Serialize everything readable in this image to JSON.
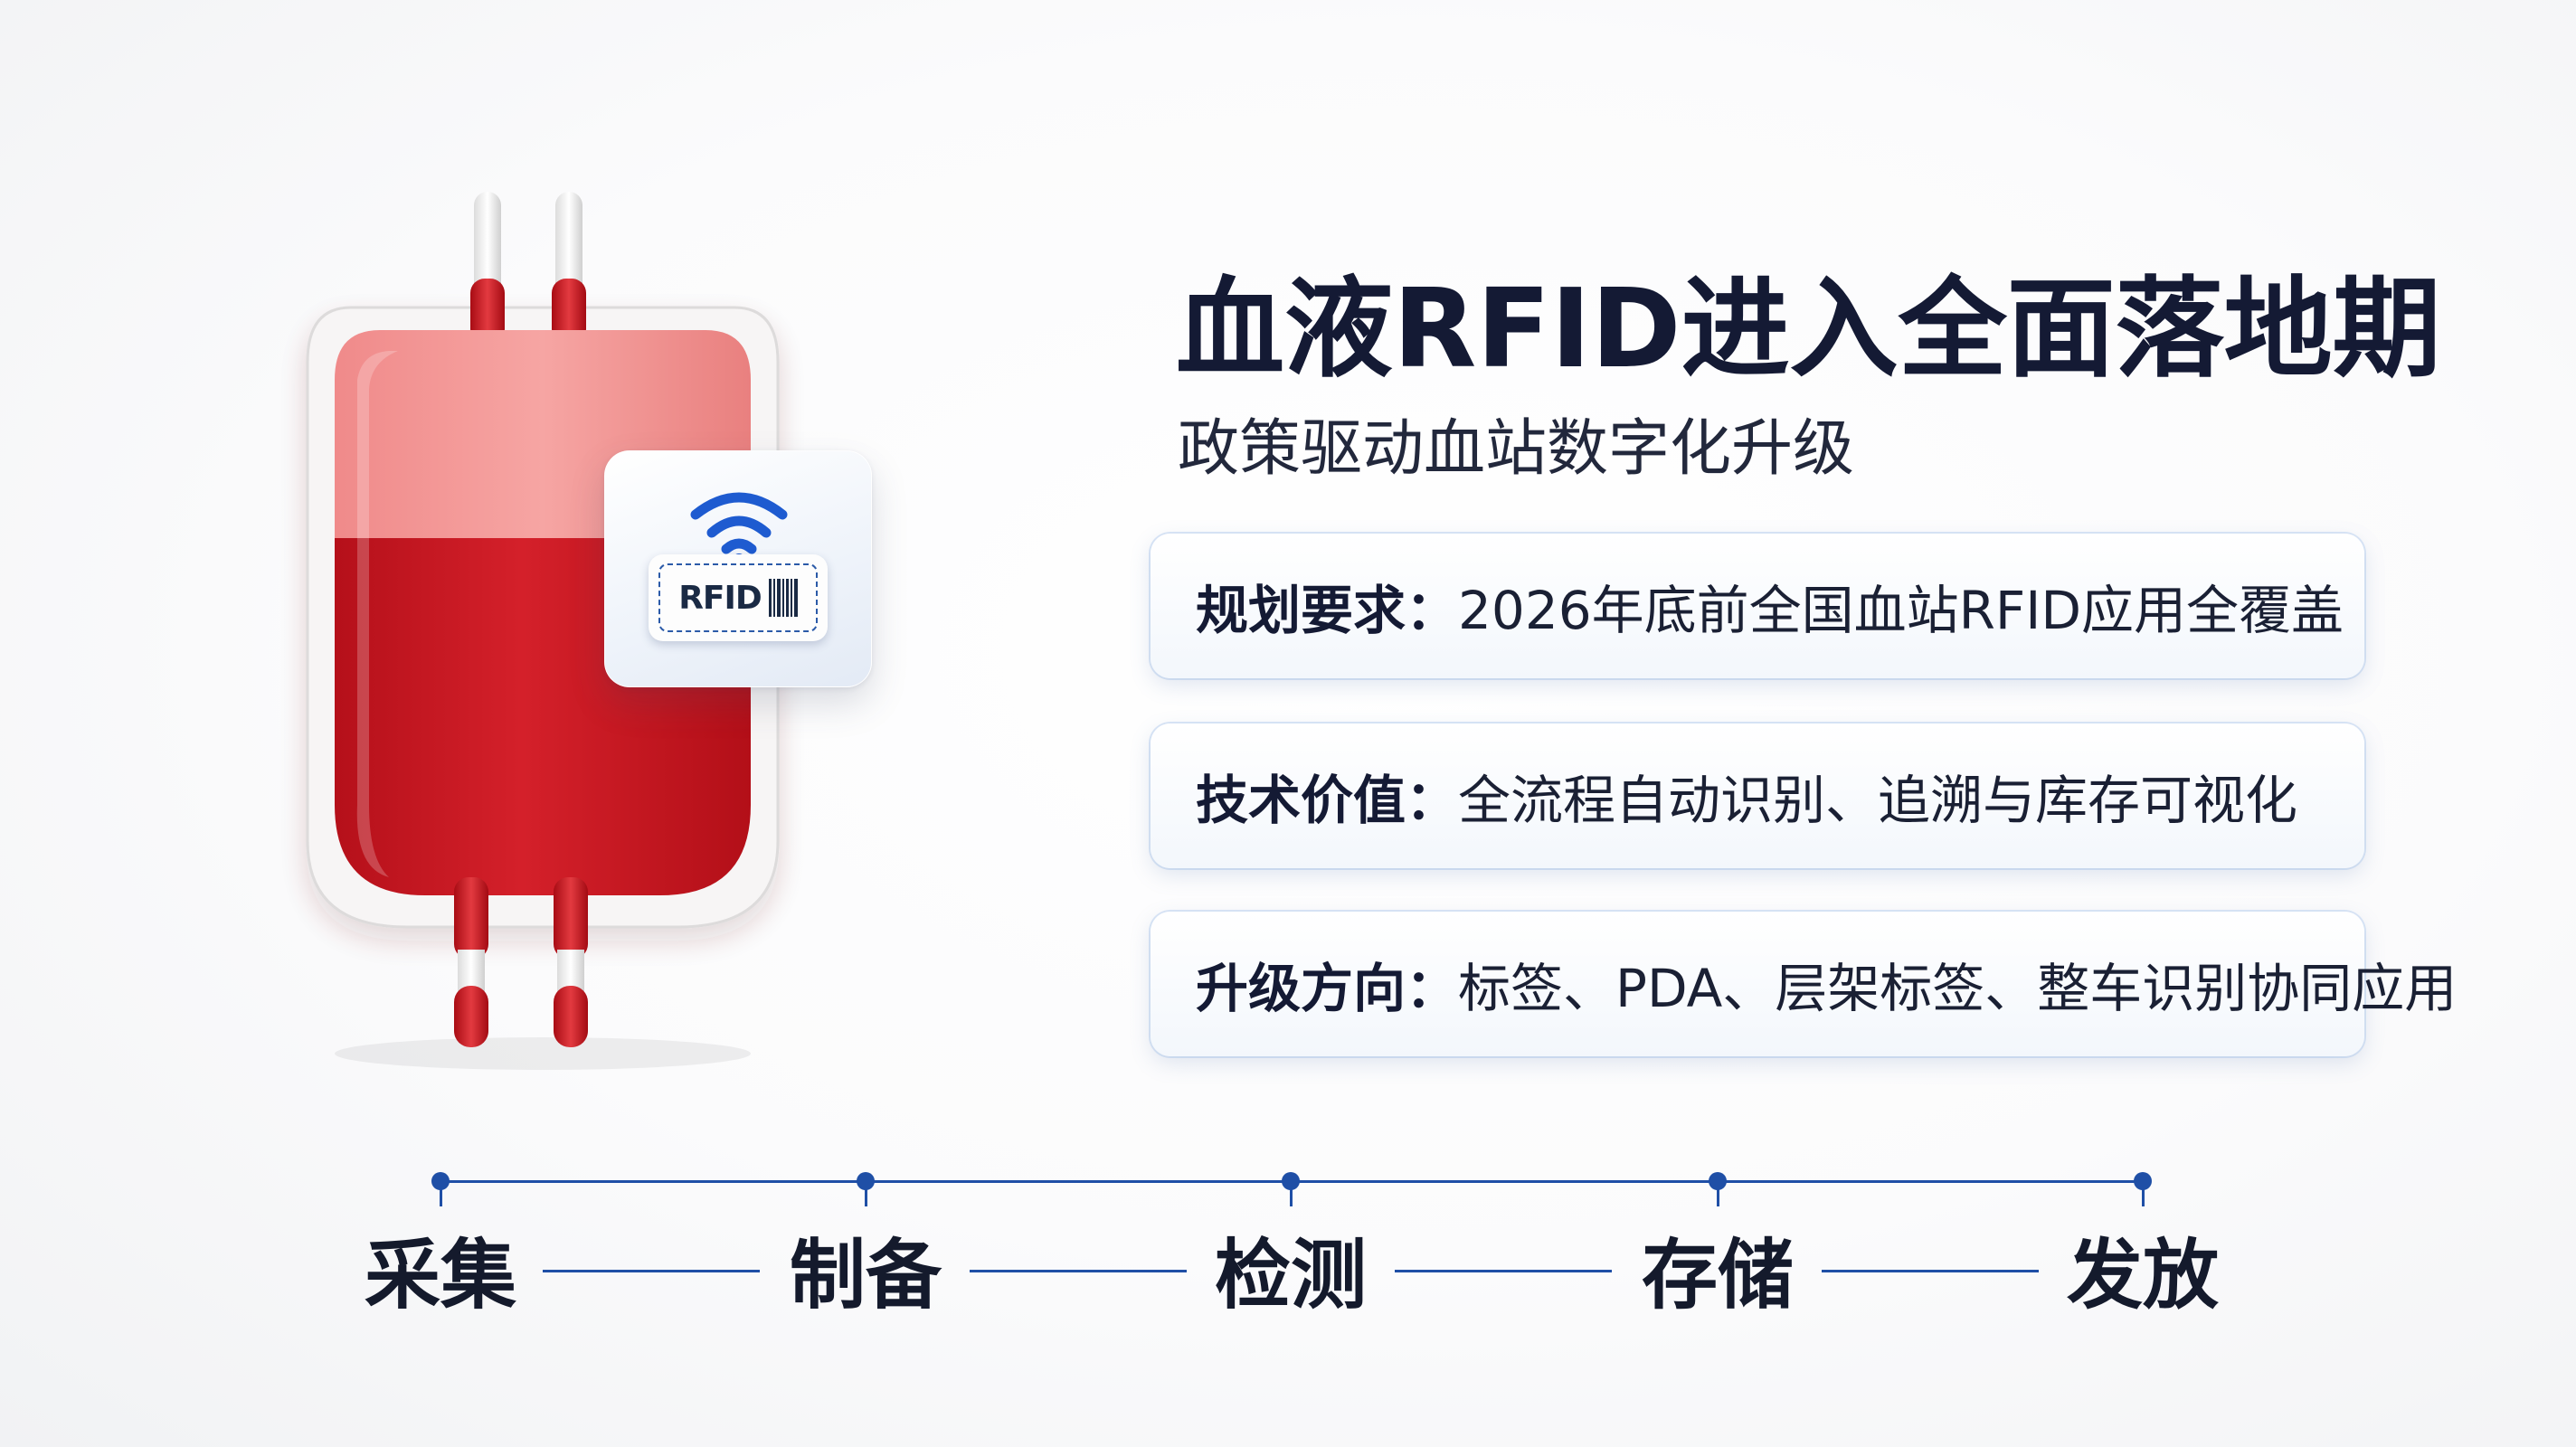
{
  "illustration": {
    "rfid_tag_text": "RFID",
    "colors": {
      "blood": "#c8141e",
      "blood_light": "#ef8a8a",
      "tube_red": "#d01a24",
      "wifi_blue": "#1e5bd0"
    }
  },
  "header": {
    "title": "血液RFID进入全面落地期",
    "subtitle": "政策驱动血站数字化升级"
  },
  "cards": [
    {
      "key": "规划要求：",
      "value": "2026年底前全国血站RFID应用全覆盖"
    },
    {
      "key": "技术价值：",
      "value": "全流程自动识别、追溯与库存可视化"
    },
    {
      "key": "升级方向：",
      "value": "标签、PDA、层架标签、整车识别协同应用"
    }
  ],
  "process": {
    "accent": "#1f4fa6",
    "steps": [
      "采集",
      "制备",
      "检测",
      "存储",
      "发放"
    ]
  }
}
